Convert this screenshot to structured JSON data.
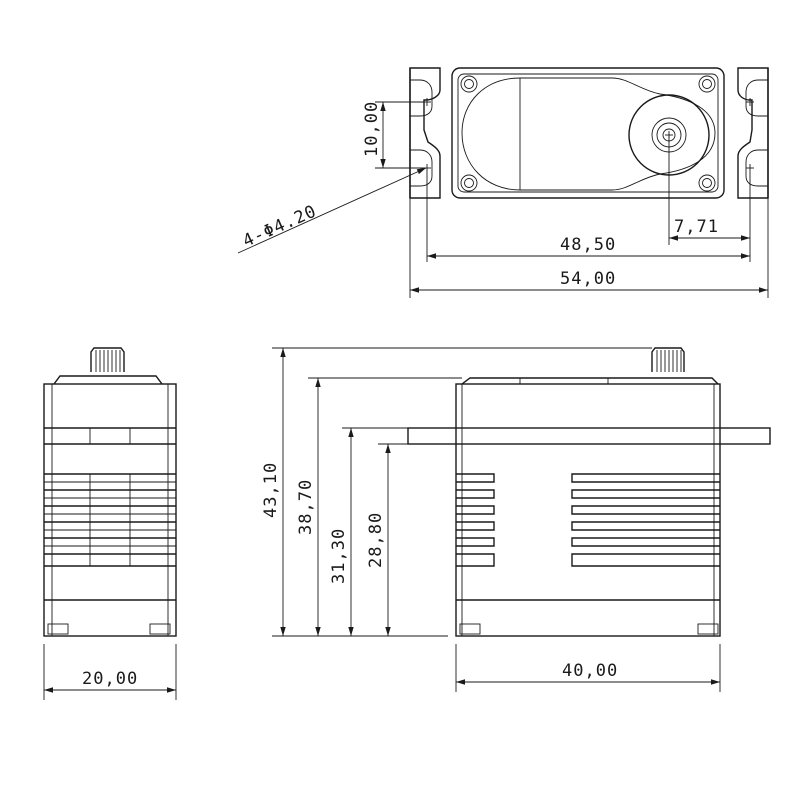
{
  "dimensions": {
    "hole_spacing": "10,00",
    "hole_dia": "4-Φ4.20",
    "spline_offset": "7,71",
    "hole_pitch": "48,50",
    "flange_length": "54,00",
    "overall_height": "43,10",
    "body_height": "38,70",
    "flange_top_height": "31,30",
    "flange_bottom_height": "28,80",
    "width": "20,00",
    "length": "40,00"
  }
}
